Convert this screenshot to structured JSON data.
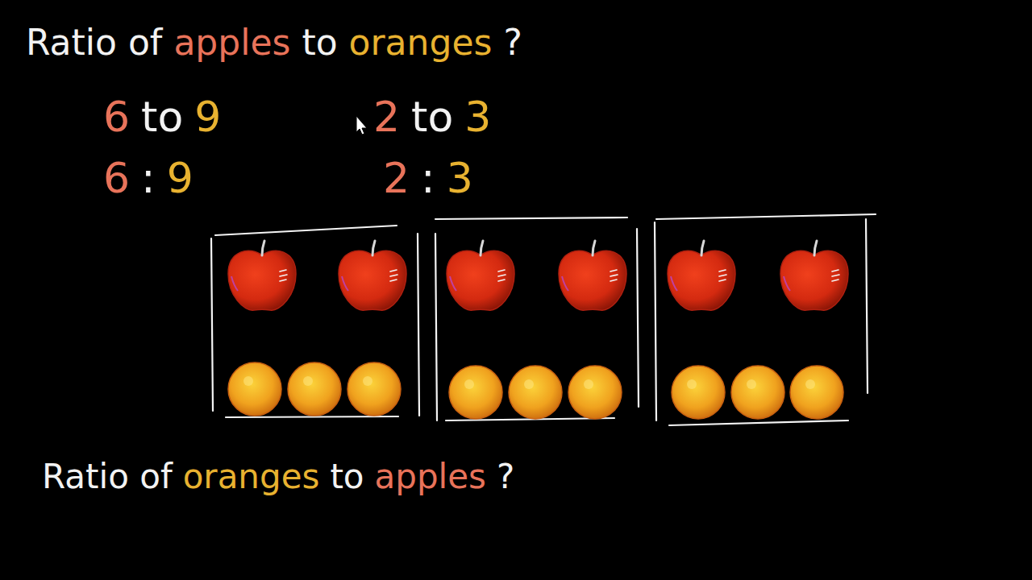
{
  "diagram": {
    "labels": [
      "Ratio of",
      "apples",
      "to",
      "oranges",
      "?",
      "6",
      "to",
      "9",
      "2",
      "to",
      "3",
      "6",
      ":",
      "9",
      "2",
      ":",
      "3",
      "Ratio of",
      "oranges",
      "to",
      "apples",
      "?"
    ]
  }
}
